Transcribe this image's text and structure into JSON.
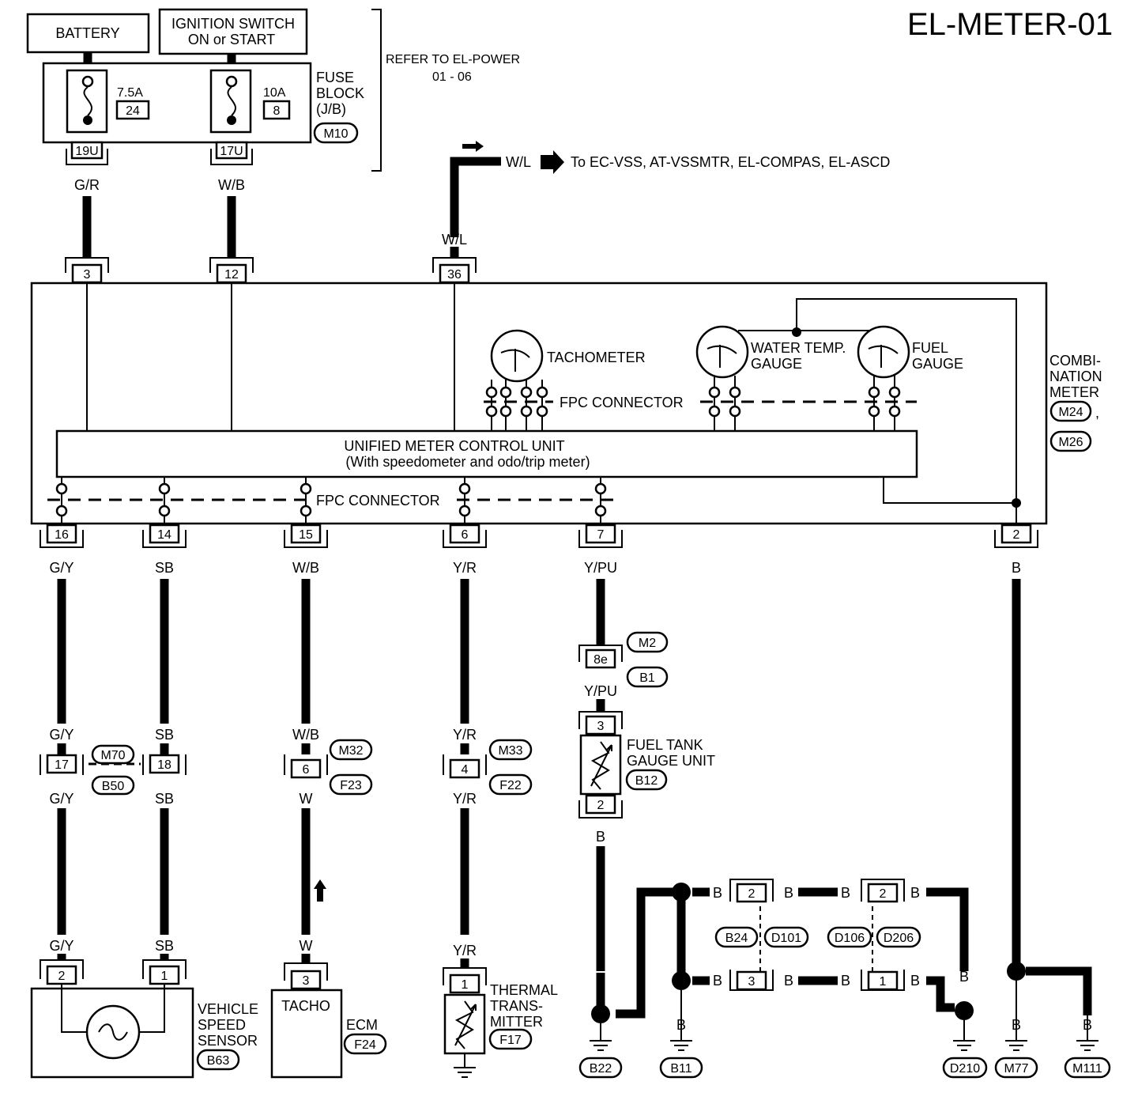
{
  "title": "EL-METER-01",
  "refer": {
    "line1": "REFER TO EL-POWER",
    "line2": "01 - 06"
  },
  "battery": "BATTERY",
  "ignition": {
    "line1": "IGNITION SWITCH",
    "line2": "ON or START"
  },
  "fuse_block": {
    "line1": "FUSE",
    "line2": "BLOCK",
    "line3": "(J/B)",
    "connector": "M10"
  },
  "fuses": [
    {
      "rating": "7.5A",
      "number": "24",
      "terminal": "19U",
      "wire": "G/R",
      "meter_pin": "3"
    },
    {
      "rating": "10A",
      "number": "8",
      "terminal": "17U",
      "wire": "W/B",
      "meter_pin": "12"
    }
  ],
  "vss_feed": {
    "wire": "W/L",
    "pin": "36",
    "destination": "To EC-VSS, AT-VSSMTR, EL-COMPAS, EL-ASCD"
  },
  "combination_meter": {
    "line1": "COMBI-",
    "line2": "NATION",
    "line3": "METER",
    "connectors": [
      "M24",
      "M26"
    ],
    "comma": ","
  },
  "gauges": {
    "tachometer": "TACHOMETER",
    "water_temp": {
      "line1": "WATER TEMP.",
      "line2": "GAUGE"
    },
    "fuel": {
      "line1": "FUEL",
      "line2": "GAUGE"
    }
  },
  "fpc_connector": "FPC CONNECTOR",
  "control_unit": {
    "line1": "UNIFIED METER CONTROL UNIT",
    "line2": "(With speedometer and odo/trip meter)"
  },
  "bottom_pins": [
    {
      "pin": "16",
      "wire": "G/Y"
    },
    {
      "pin": "14",
      "wire": "SB"
    },
    {
      "pin": "15",
      "wire": "W/B"
    },
    {
      "pin": "6",
      "wire": "Y/R"
    },
    {
      "pin": "7",
      "wire": "Y/PU"
    },
    {
      "pin": "2",
      "wire": "B"
    }
  ],
  "inline_connectors": {
    "c17": {
      "pin": "17",
      "wire_top": "G/Y",
      "wire_bottom": "G/Y"
    },
    "c18": {
      "pin": "18",
      "wire_top": "SB",
      "wire_bottom": "SB"
    },
    "m70_b50": [
      "M70",
      "B50"
    ],
    "c6": {
      "pin": "6",
      "wire_top": "W/B",
      "wire_bottom": "W",
      "refs": [
        "M32",
        "F23"
      ]
    },
    "c4": {
      "pin": "4",
      "wire_top": "Y/R",
      "wire_bottom": "Y/R",
      "refs": [
        "M33",
        "F22"
      ]
    },
    "c8e": {
      "pin": "8e",
      "refs": [
        "M2",
        "B1"
      ],
      "wire_bottom": "Y/PU"
    }
  },
  "fuel_tank": {
    "line1": "FUEL TANK",
    "line2": "GAUGE UNIT",
    "connector": "B12",
    "pin_top": "3",
    "pin_bottom": "2",
    "wire": "B"
  },
  "vss": {
    "wire_g": "G/Y",
    "wire_s": "SB",
    "pin_a": "2",
    "pin_b": "1",
    "line1": "VEHICLE",
    "line2": "SPEED",
    "line3": "SENSOR",
    "connector": "B63"
  },
  "ecm": {
    "wire": "W",
    "pin": "3",
    "tacho": "TACHO",
    "label": "ECM",
    "connector": "F24"
  },
  "thermal": {
    "wire": "Y/R",
    "pin": "1",
    "line1": "THERMAL",
    "line2": "TRANS-",
    "line3": "MITTER",
    "connector": "F17"
  },
  "ground_net": {
    "wire": "B",
    "j1": {
      "top_pin": "2",
      "bottom_pin": "3",
      "refs": [
        "B24",
        "D101"
      ]
    },
    "j2": {
      "top_pin": "2",
      "bottom_pin": "1",
      "refs": [
        "D106",
        "D206"
      ]
    }
  },
  "grounds": [
    "B22",
    "B11",
    "D210",
    "M77",
    "M111"
  ]
}
